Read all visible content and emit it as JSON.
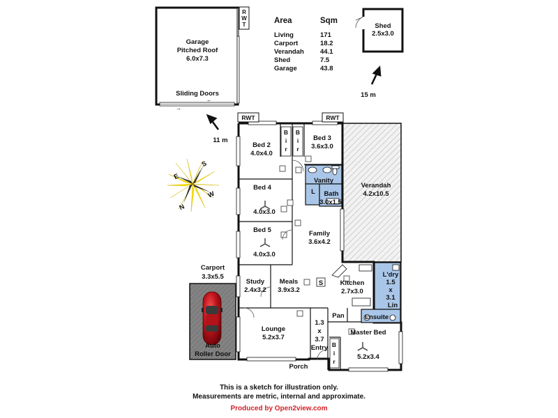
{
  "area_table": {
    "header_area": "Area",
    "header_sqm": "Sqm",
    "rows": [
      {
        "name": "Living",
        "sqm": "171"
      },
      {
        "name": "Carport",
        "sqm": "18.2"
      },
      {
        "name": "Verandah",
        "sqm": "44.1"
      },
      {
        "name": "Shed",
        "sqm": "7.5"
      },
      {
        "name": "Garage",
        "sqm": "43.8"
      }
    ]
  },
  "outbuildings": {
    "garage_name": "Garage",
    "garage_roof": "Pitched Roof",
    "garage_size": "6.0x7.3",
    "garage_doors": "Sliding Doors",
    "garage_rwt_letters": [
      "R",
      "W",
      "T"
    ],
    "garage_distance": "11 m",
    "shed_name": "Shed",
    "shed_size": "2.5x3.0",
    "shed_distance": "15 m"
  },
  "rooms": {
    "bed2": {
      "name": "Bed 2",
      "size": "4.0x4.0"
    },
    "bed3": {
      "name": "Bed 3",
      "size": "3.6x3.0"
    },
    "bed4": {
      "name": "Bed 4",
      "size": "4.0x3.0"
    },
    "bed5": {
      "name": "Bed 5",
      "size": "4.0x3.0"
    },
    "vanity": {
      "name": "Vanity"
    },
    "bath": {
      "name": "Bath",
      "size": "3.0x1.5"
    },
    "wc": {
      "name": "L"
    },
    "verandah": {
      "name": "Verandah",
      "size": "4.2x10.5"
    },
    "family": {
      "name": "Family",
      "size": "3.6x4.2"
    },
    "study": {
      "name": "Study",
      "size": "2.4x3.2"
    },
    "meals": {
      "name": "Meals",
      "size": "3.9x3.2"
    },
    "kitchen": {
      "name": "Kitchen",
      "size": "2.7x3.0"
    },
    "laundry": {
      "name": "L'dry",
      "d1": "1.5",
      "d2": "x",
      "d3": "3.1"
    },
    "linen": {
      "name": "Lin"
    },
    "ensuite": {
      "name": "Ensuite"
    },
    "pantry": {
      "name": "Pan"
    },
    "lounge": {
      "name": "Lounge",
      "size": "5.2x3.7"
    },
    "entry": {
      "d1": "1.3",
      "d2": "x",
      "d3": "3.7",
      "name": "Entry"
    },
    "master": {
      "name": "Master Bed",
      "size": "5.2x3.4"
    },
    "porch": {
      "name": "Porch"
    },
    "carport": {
      "name": "Carport",
      "size": "3.3x5.5",
      "door_line1": "Auto",
      "door_line2": "Roller Door"
    },
    "bir_letters": [
      "B",
      "i",
      "r"
    ],
    "rwt": "RWT",
    "stove_symbol": "S"
  },
  "compass": {
    "letters": [
      "S",
      "E",
      "W",
      "N"
    ],
    "colors": {
      "rays": "#ffe600",
      "needle": "#2b2b2b"
    }
  },
  "footer": {
    "line1": "This is a sketch for illustration only.",
    "line2": "Measurements are metric, internal and approximate.",
    "credit": "Produced by Open2view.com"
  },
  "colors": {
    "wet_areas": "#a9c6e8",
    "carport_fill": "#8a8a8a",
    "car_body": "#c0141c",
    "credit": "#d2232a"
  }
}
